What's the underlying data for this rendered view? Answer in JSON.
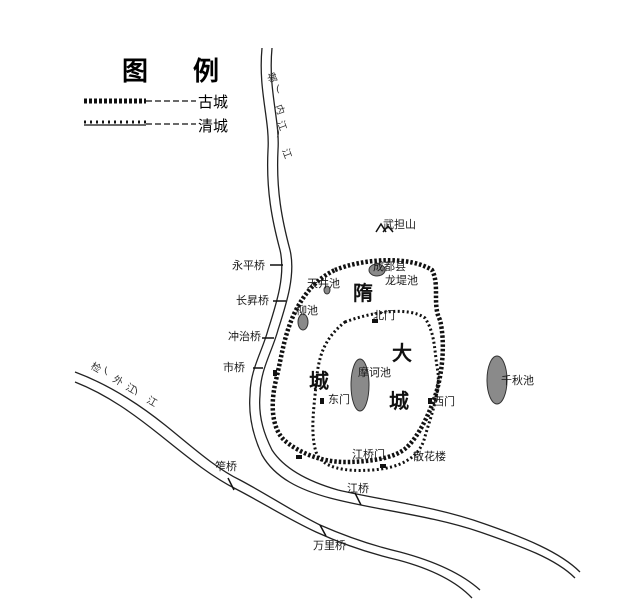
{
  "legend": {
    "title": "图 例",
    "items": [
      {
        "label": "古城"
      },
      {
        "label": "清城"
      }
    ]
  },
  "rivers": {
    "north_river": [
      "郫",
      "(",
      "内",
      "江",
      ")",
      "江"
    ],
    "west_river": [
      "检",
      "(",
      "外",
      "江",
      ")",
      "江"
    ]
  },
  "mountain": "武担山",
  "bridges": [
    "永平桥",
    "长昇桥",
    "冲治桥",
    "市桥",
    "笮桥",
    "江桥",
    "万里桥"
  ],
  "places": [
    "成都县",
    "天井池",
    "柳池",
    "摩诃池",
    "千秋池",
    "北门",
    "东门",
    "西门",
    "江桥门",
    "散花楼",
    "龙堤池"
  ],
  "city_names": {
    "sui": [
      "隋"
    ],
    "da": [
      "大"
    ],
    "cheng_left": [
      "城"
    ],
    "cheng_right": [
      "城"
    ]
  },
  "colors": {
    "ink": "#1a1a1a",
    "pond": "#8a8a8a",
    "paper": "#ffffff"
  }
}
